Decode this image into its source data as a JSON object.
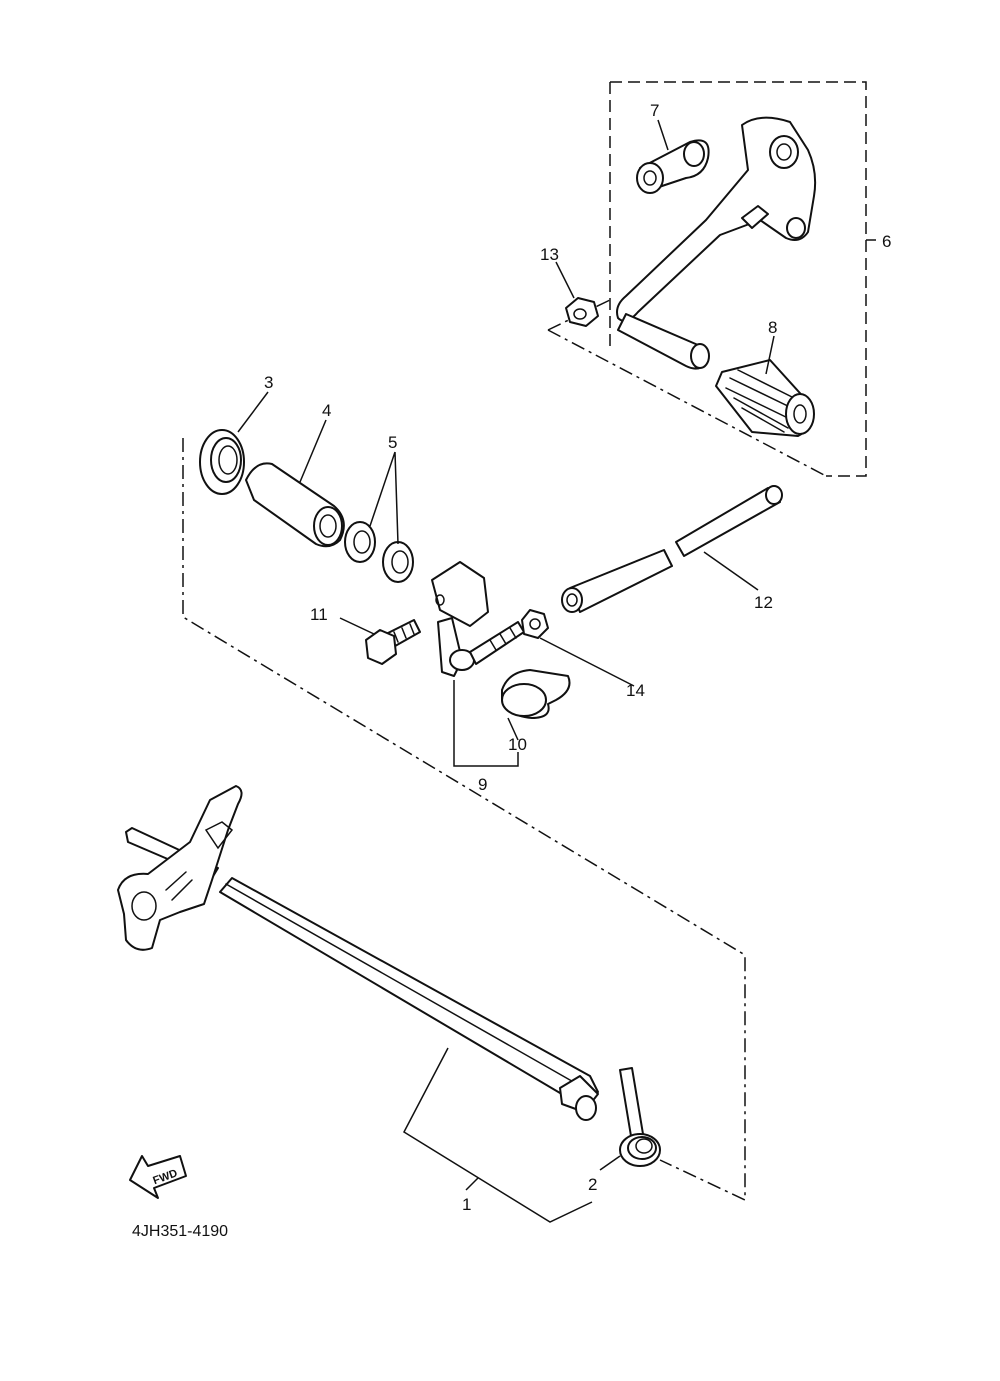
{
  "diagram": {
    "callouts": [
      "1",
      "2",
      "3",
      "4",
      "5",
      "6",
      "7",
      "8",
      "9",
      "10",
      "11",
      "12",
      "13",
      "14"
    ],
    "fwd_label": "FWD",
    "part_code": "4JH351-4190",
    "colors": {
      "line": "#111111",
      "background": "#ffffff"
    }
  }
}
